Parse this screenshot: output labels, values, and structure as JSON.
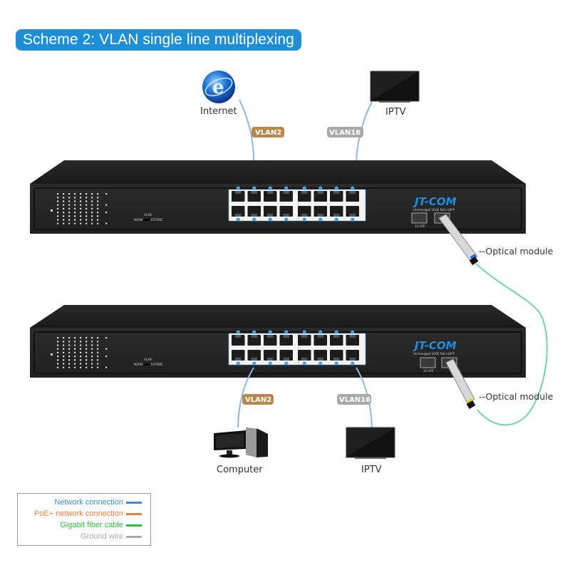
{
  "title": "Scheme 2: VLAN single line multiplexing",
  "top": {
    "internet_label": "Internet",
    "iptv_label": "IPTV",
    "vlan_left": "VLAN2",
    "vlan_right": "VLAN16"
  },
  "bottom": {
    "computer_label": "Computer",
    "iptv_label": "IPTV",
    "vlan_left": "VLAN2",
    "vlan_right": "VLAN16"
  },
  "switch": {
    "brand": "JT-COM",
    "model_text": "Unmanaged 16GE PoE+2SFP",
    "sfp_label": "1G-SFP",
    "dip_label": "VLAN",
    "dip_left": "NORM",
    "dip_right": "EXTEND",
    "port_count": 16,
    "sfp_count": 2
  },
  "optical_module_label_1": "--Optical module",
  "optical_module_label_2": "--Optical module",
  "colors": {
    "title_bg": "#1e8fd6",
    "vlan2": "#b8884a",
    "vlan16": "#a9a9a9",
    "network_line": "#3b8ad9",
    "poe_line": "#f07b3a",
    "fiber_line": "#2ec03a",
    "ground_line": "#a9a9a9",
    "cable_blue": "#8fb8e0",
    "fiber_cable": "#6fd8a0"
  },
  "legend": {
    "items": [
      {
        "label": "Network connection",
        "color": "#3b8ad9"
      },
      {
        "label": "PoE+ network connection",
        "color": "#f07b3a"
      },
      {
        "label": "Gigabit fiber cable",
        "color": "#2ec03a"
      },
      {
        "label": "Ground wire",
        "color": "#a9a9a9"
      }
    ]
  }
}
